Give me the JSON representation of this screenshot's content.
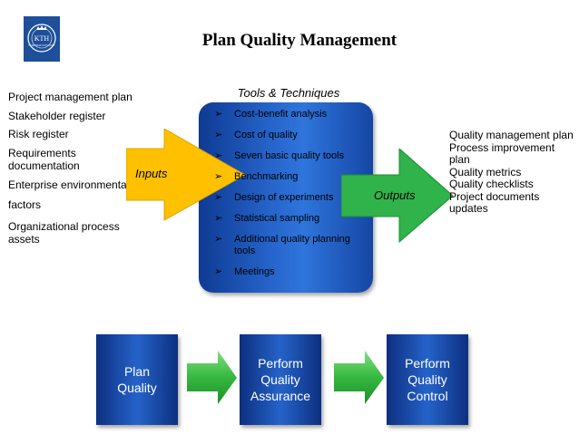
{
  "title": "Plan Quality Management",
  "logo": {
    "text": "KTH",
    "subtext": "VETENSKAP OCH KONST"
  },
  "inputs": {
    "label": "Inputs",
    "items": [
      "Project management plan",
      "Stakeholder register",
      "Risk register",
      "Requirements documentation",
      "Enterprise environmental",
      "factors",
      "Organizational process assets"
    ]
  },
  "tools": {
    "title": "Tools & Techniques",
    "items": [
      "Cost-benefit analysis",
      "Cost of quality",
      "Seven basic quality tools",
      "Benchmarking",
      "Design of experiments",
      "Statistical sampling",
      "Additional quality planning tools",
      "Meetings"
    ]
  },
  "outputs": {
    "label": "Outputs",
    "items": [
      "Quality management plan",
      "Process improvement plan",
      "Quality metrics",
      "Quality checklists",
      "Project documents updates"
    ]
  },
  "process": [
    {
      "lines": [
        "Plan",
        "Quality"
      ]
    },
    {
      "lines": [
        "Perform",
        "Quality",
        "Assurance"
      ]
    },
    {
      "lines": [
        "Perform",
        "Quality",
        "Control"
      ]
    }
  ],
  "colors": {
    "box_blue": "#1f5bc4",
    "input_arrow": "#ffc000",
    "output_arrow": "#2fb34a",
    "process_arrow": "#3cc34a"
  }
}
